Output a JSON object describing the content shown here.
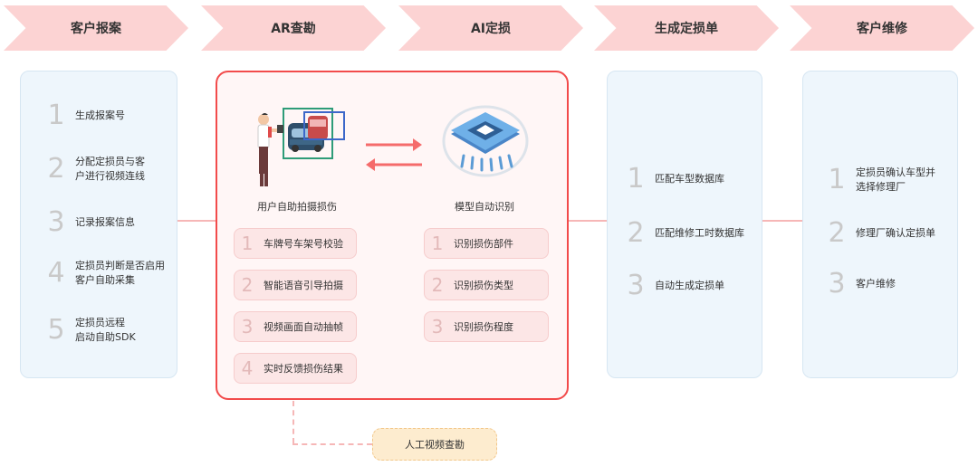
{
  "steps": [
    "客户报案",
    "AR查勘",
    "AI定损",
    "生成定损单",
    "客户维修"
  ],
  "step1": {
    "items": [
      {
        "num": "1",
        "text": [
          "生成报案号"
        ]
      },
      {
        "num": "2",
        "text": [
          "分配定损员与客",
          "户进行视频连线"
        ]
      },
      {
        "num": "3",
        "text": [
          "记录报案信息"
        ]
      },
      {
        "num": "4",
        "text": [
          "定损员判断是否启用",
          "客户自助采集"
        ]
      },
      {
        "num": "5",
        "text": [
          "定损员远程",
          "启动自助SDK"
        ]
      }
    ]
  },
  "center": {
    "left_caption": "用户自助拍摄损伤",
    "right_caption": "模型自动识别",
    "left_items": [
      {
        "num": "1",
        "text": "车牌号车架号校验"
      },
      {
        "num": "2",
        "text": "智能语音引导拍摄"
      },
      {
        "num": "3",
        "text": "视频画面自动抽帧"
      },
      {
        "num": "4",
        "text": "实时反馈损伤结果"
      }
    ],
    "right_items": [
      {
        "num": "1",
        "text": "识别损伤部件"
      },
      {
        "num": "2",
        "text": "识别损伤类型"
      },
      {
        "num": "3",
        "text": "识别损伤程度"
      }
    ]
  },
  "step4": {
    "items": [
      {
        "num": "1",
        "text": [
          "匹配车型数据库"
        ]
      },
      {
        "num": "2",
        "text": [
          "匹配维修工时数据库"
        ]
      },
      {
        "num": "3",
        "text": [
          "自动生成定损单"
        ]
      }
    ]
  },
  "step5": {
    "items": [
      {
        "num": "1",
        "text": [
          "定损员确认车型并",
          "选择修理厂"
        ]
      },
      {
        "num": "2",
        "text": [
          "修理厂确认定损单"
        ]
      },
      {
        "num": "3",
        "text": [
          "客户维修"
        ]
      }
    ]
  },
  "manual_review": "人工视频查勘",
  "colors": {
    "header": "#fcd3d3",
    "card_bg": "#eef6fc",
    "center_border": "#f24b4b",
    "pill_bg": "#fce6e6",
    "manual_bg": "#fdeccf",
    "chip_blue": "#5b9bd5",
    "arrow_red": "#f56b6b"
  },
  "icons": [
    "person-photographing-car-icon",
    "ai-chip-icon",
    "exchange-arrows-icon"
  ]
}
